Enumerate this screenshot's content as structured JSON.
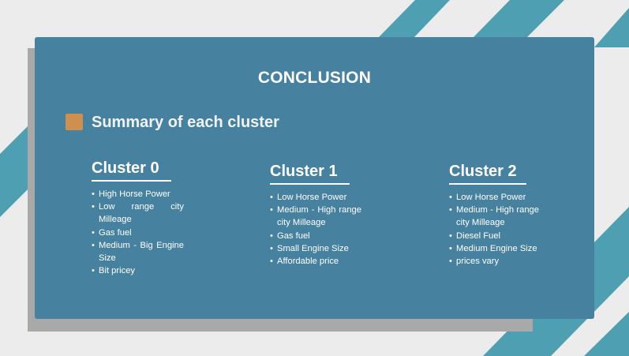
{
  "slide": {
    "title": "CONCLUSION",
    "subtitle": "Summary of each cluster"
  },
  "colors": {
    "card": "#4781a0",
    "accent_square": "#cf8f4f",
    "stripe": "#4e9fb2",
    "background": "#ececec",
    "shadow": "#a9a9a9"
  },
  "clusters": [
    {
      "heading": "Cluster 0",
      "items": [
        "High Horse Power",
        "Low range city Milleage",
        "Gas fuel",
        "Medium - Big Engine Size",
        "Bit pricey"
      ]
    },
    {
      "heading": "Cluster 1",
      "items": [
        "Low Horse Power",
        "Medium - High range city Milleage",
        "Gas fuel",
        "Small Engine Size",
        "Affordable price"
      ]
    },
    {
      "heading": "Cluster 2",
      "items": [
        "Low Horse Power",
        "Medium - High range city Milleage",
        "Diesel Fuel",
        "Medium Engine Size",
        "prices vary"
      ]
    }
  ]
}
